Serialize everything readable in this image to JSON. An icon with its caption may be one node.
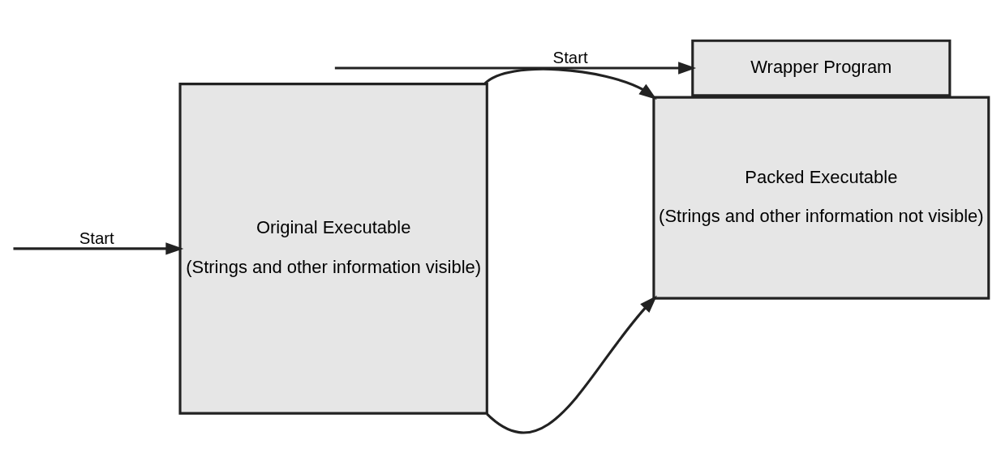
{
  "diagram": {
    "nodes": [
      {
        "text": [
          "Original Executable",
          "(Strings and other information visible)"
        ]
      },
      {
        "text": [
          "Wrapper Program"
        ]
      },
      {
        "text": [
          "Packed Executable",
          "(Strings and other information not visible)"
        ]
      }
    ],
    "edges": [
      {
        "from": null,
        "to": 0,
        "arrow": "to",
        "label": "Start"
      },
      {
        "from": null,
        "to": 1,
        "arrow": "to",
        "label": "Start"
      },
      {
        "from": 0,
        "to": 2,
        "arrow": "to"
      },
      {
        "from": 0,
        "to": 2,
        "arrow": "to"
      }
    ]
  }
}
